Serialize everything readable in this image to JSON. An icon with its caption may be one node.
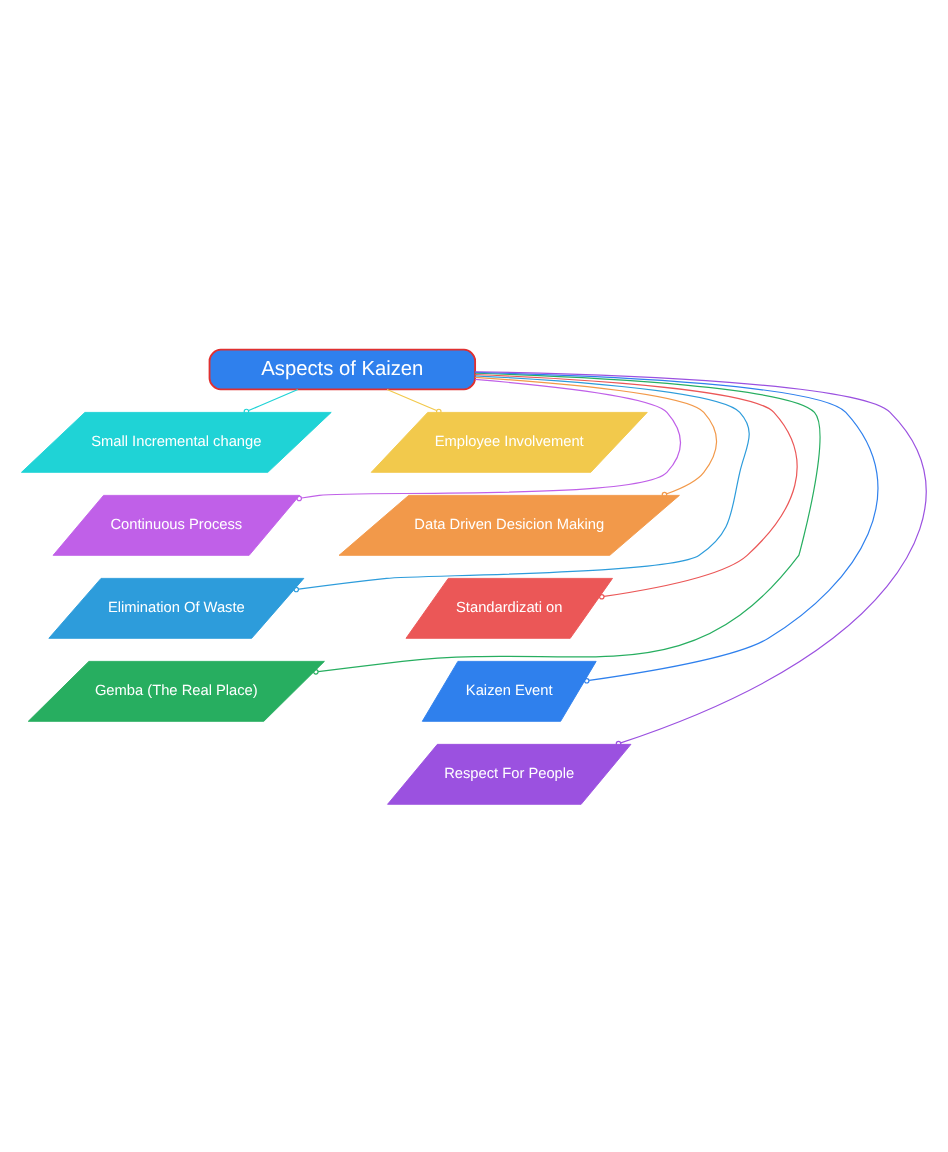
{
  "diagram": {
    "nodes": [
      {
        "text": [
          "Aspects of Kaizen"
        ]
      },
      {
        "text": [
          "Small Incremental change"
        ]
      },
      {
        "text": [
          "Employee Involvement"
        ]
      },
      {
        "text": [
          "Continuous Process"
        ]
      },
      {
        "text": [
          "Data Driven Desicion Making"
        ]
      },
      {
        "text": [
          "Elimination Of Waste"
        ]
      },
      {
        "text": [
          "Standardizati on"
        ]
      },
      {
        "text": [
          "Gemba (The Real Place)"
        ]
      },
      {
        "text": [
          "Kaizen Event"
        ]
      },
      {
        "text": [
          "Respect For People"
        ]
      }
    ],
    "edges": [
      {
        "from": 0,
        "to": 1,
        "arrow": "other",
        "color": "#1fd3d6"
      },
      {
        "from": 0,
        "to": 2,
        "arrow": "other",
        "color": "#f2c94c"
      },
      {
        "from": 0,
        "to": 3,
        "arrow": "other",
        "color": "#c060e8"
      },
      {
        "from": 0,
        "to": 4,
        "arrow": "other",
        "color": "#f2994a"
      },
      {
        "from": 0,
        "to": 5,
        "arrow": "other",
        "color": "#2d9cdb"
      },
      {
        "from": 0,
        "to": 6,
        "arrow": "other",
        "color": "#eb5757"
      },
      {
        "from": 0,
        "to": 7,
        "arrow": "other",
        "color": "#27ae60"
      },
      {
        "from": 0,
        "to": 8,
        "arrow": "other",
        "color": "#2f80ed"
      },
      {
        "from": 0,
        "to": 9,
        "arrow": "other",
        "color": "#9b51e0"
      }
    ]
  }
}
